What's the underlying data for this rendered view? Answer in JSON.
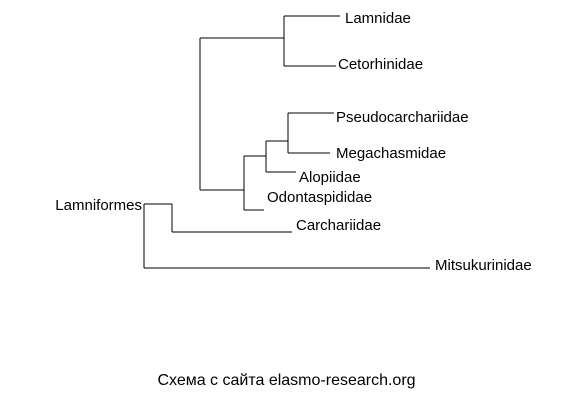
{
  "tree": {
    "root": "Lamniformes",
    "taxa": {
      "lamnidae": "Lamnidae",
      "cetorhinidae": "Cetorhinidae",
      "pseudocarchariidae": "Pseudocarchariidae",
      "megachasmidae": "Megachasmidae",
      "alopiidae": "Alopiidae",
      "odontaspididae": "Odontaspididae",
      "carchariidae": "Carchariidae",
      "mitsukurinidae": "Mitsukurinidae"
    }
  },
  "caption": "Схема с сайта elasmo-research.org"
}
